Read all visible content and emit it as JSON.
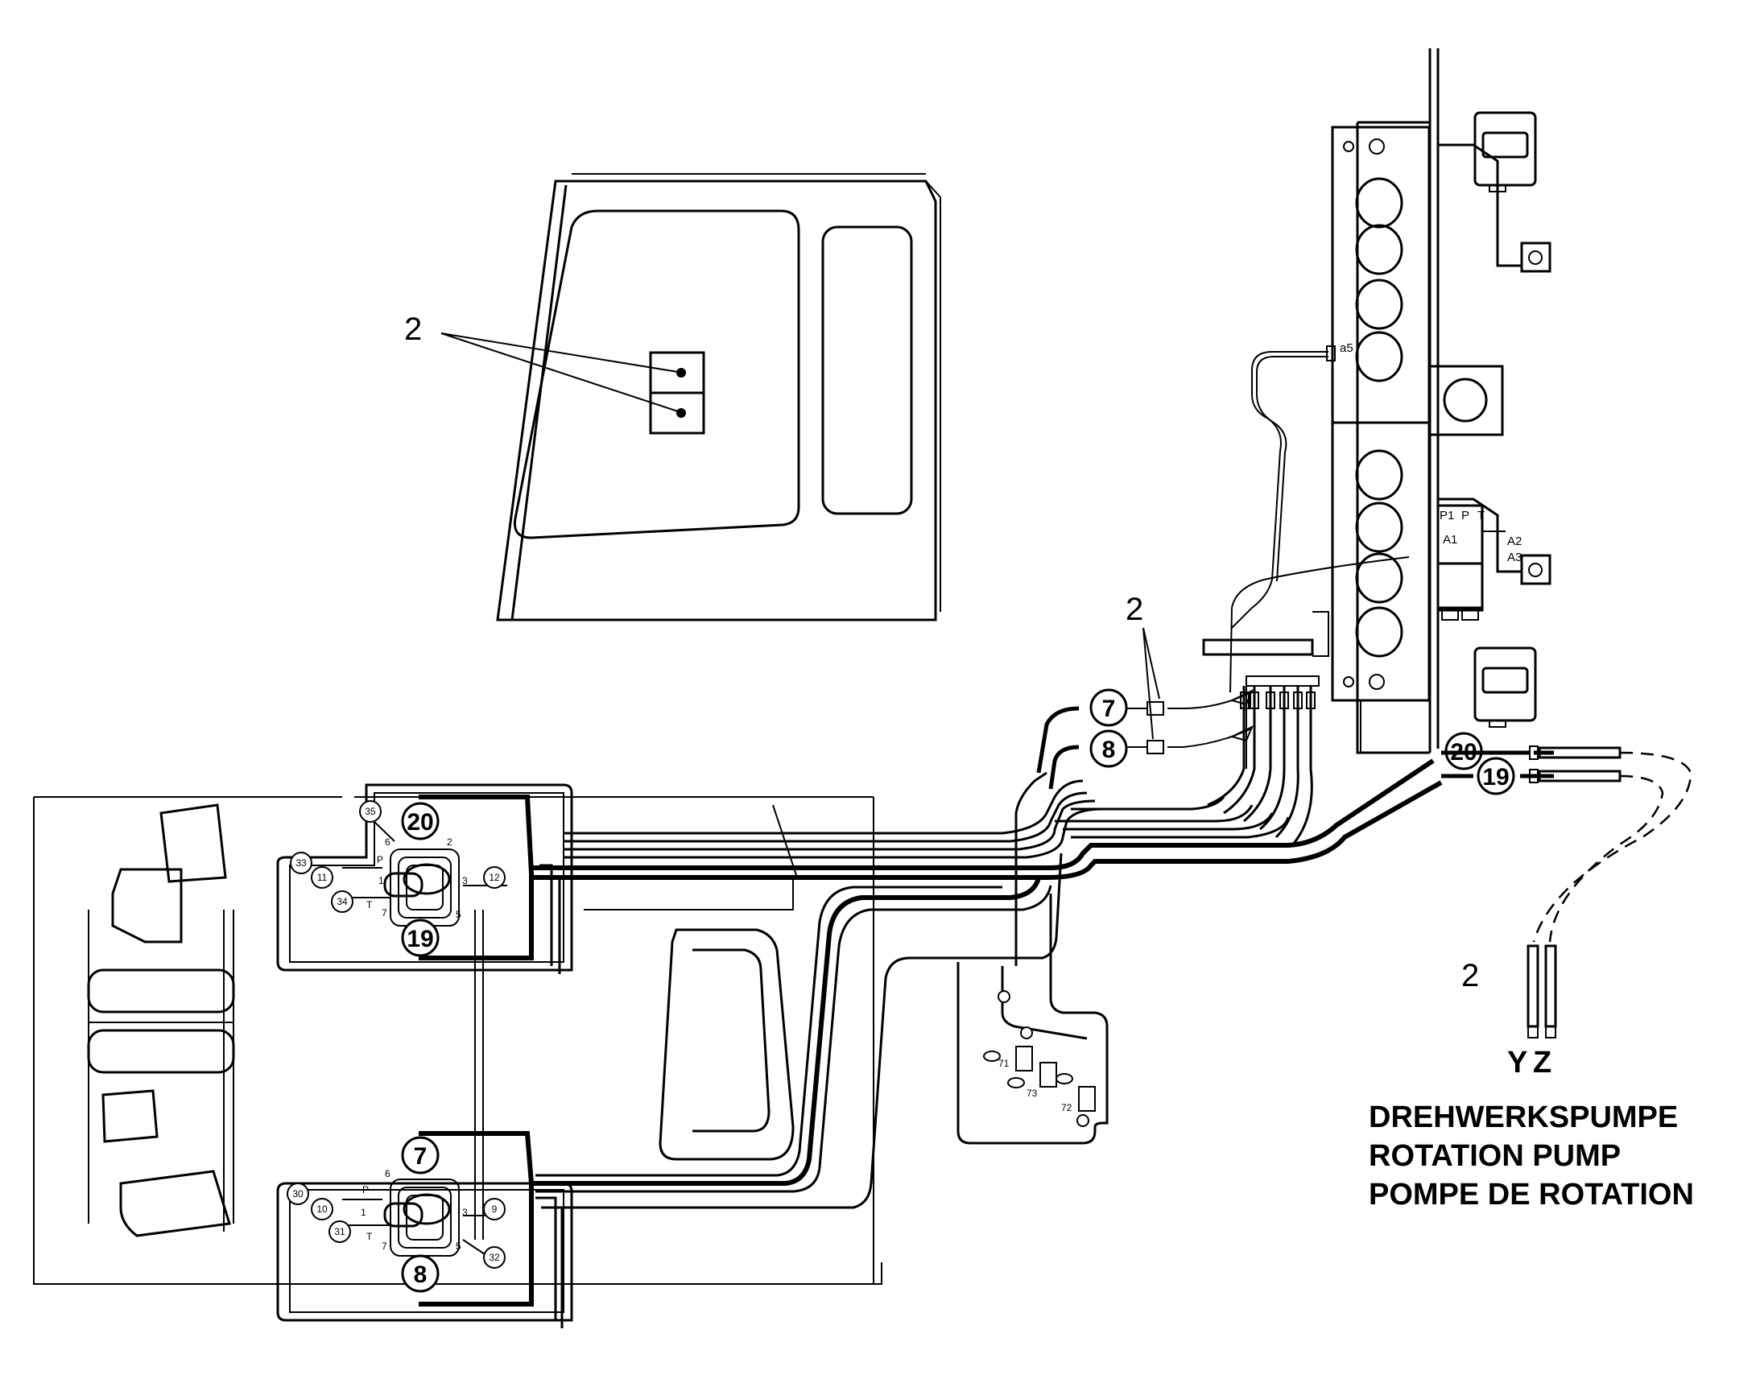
{
  "callouts": {
    "cab": "2",
    "valve": "2",
    "pump": "2"
  },
  "pump_ports": {
    "y": "Y",
    "z": "Z"
  },
  "caption": {
    "line_de": "DREHWERKSPUMPE",
    "line_en": "ROTATION PUMP",
    "line_fr": "POMPE DE ROTATION"
  },
  "valve_labels": {
    "a5": "a5",
    "p1": "P1",
    "p": "P",
    "t": "T",
    "a1": "A1",
    "a2": "A2",
    "a3": "A3"
  },
  "hose_numbers": {
    "n20": "20",
    "n19": "19",
    "n7": "7",
    "n8": "8"
  },
  "left_joystick": {
    "top": "20",
    "bottom": "19",
    "ports": [
      "35",
      "33",
      "11",
      "34",
      "12"
    ],
    "pins": {
      "p": "P",
      "t": "T",
      "n6": "6",
      "n2": "2",
      "n1": "1",
      "n3": "3",
      "n7": "7",
      "n5": "5"
    }
  },
  "right_joystick": {
    "top": "7",
    "bottom": "8",
    "ports": [
      "30",
      "10",
      "31",
      "9",
      "32"
    ],
    "pins": {
      "p": "P",
      "t": "T",
      "n6": "6",
      "n1": "1",
      "n3": "3",
      "n7": "7",
      "n5": "5"
    }
  },
  "brake_block": {
    "n71": "71",
    "n72": "72",
    "n73": "73"
  }
}
